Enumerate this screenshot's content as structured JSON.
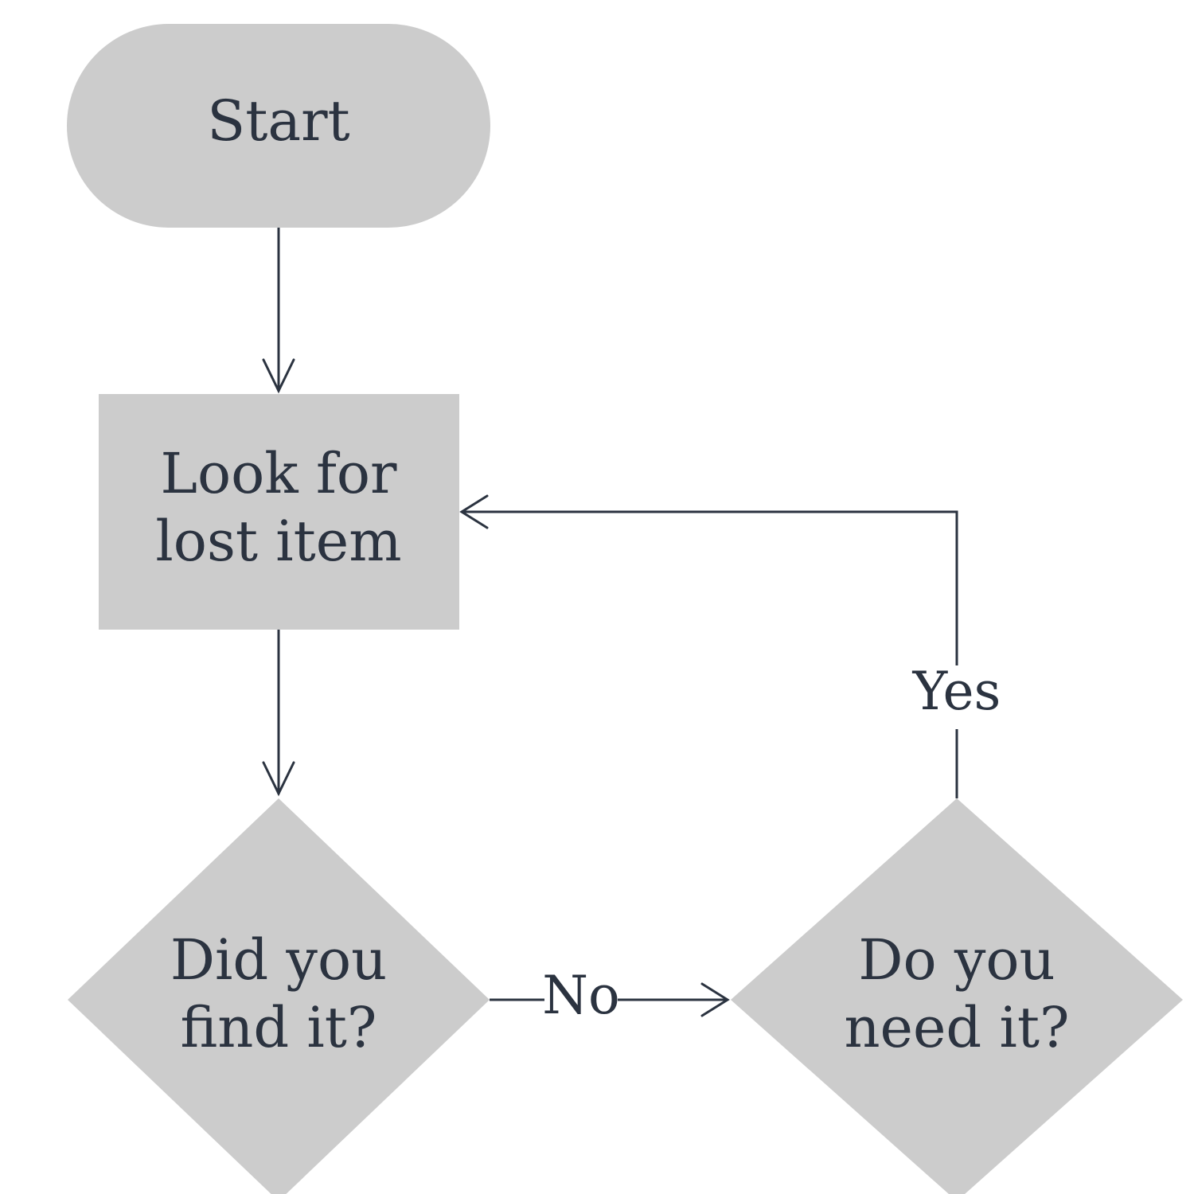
{
  "nodes": {
    "start": {
      "text": "Start"
    },
    "look": {
      "line1": "Look for",
      "line2": "lost item"
    },
    "found": {
      "line1": "Did you",
      "line2": "find it?"
    },
    "need": {
      "line1": "Do you",
      "line2": "need it?"
    }
  },
  "edges": {
    "no_label": "No",
    "yes_label": "Yes"
  },
  "colors": {
    "node_fill": "#cccccc",
    "ink": "#2b3340",
    "background": "#ffffff"
  }
}
